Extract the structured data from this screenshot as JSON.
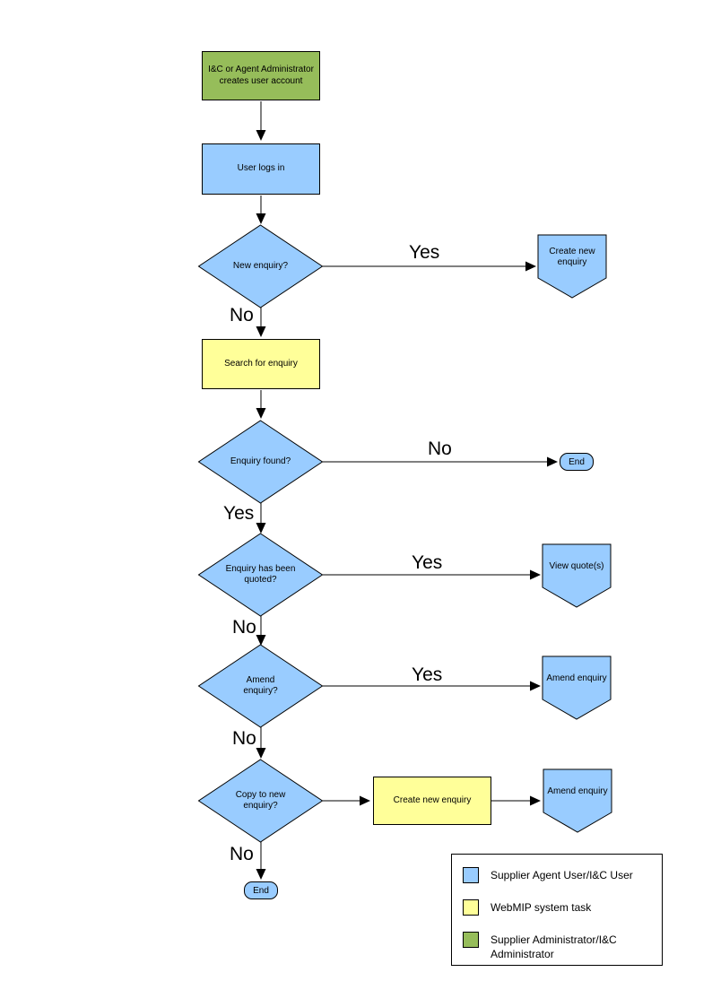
{
  "colors": {
    "user_task": "#99CCFF",
    "system_task": "#FFFF99",
    "admin_task": "#96BD5A",
    "line": "#000000"
  },
  "nodes": {
    "create_account": {
      "label": "I&C or Agent Administrator creates user account"
    },
    "user_logs_in": {
      "label": "User logs in"
    },
    "new_enquiry": {
      "label": "New enquiry?"
    },
    "create_new_enquiry_offpage": {
      "label": "Create new enquiry"
    },
    "search_for_enquiry": {
      "label": "Search for enquiry"
    },
    "enquiry_found": {
      "label": "Enquiry found?"
    },
    "end_right": {
      "label": "End"
    },
    "enquiry_quoted": {
      "label": "Enquiry has been quoted?"
    },
    "view_quotes": {
      "label": "View quote(s)"
    },
    "amend_enquiry_decision": {
      "label": "Amend enquiry?"
    },
    "amend_enquiry_offpage": {
      "label": "Amend enquiry"
    },
    "copy_to_new_enquiry": {
      "label": "Copy to new enquiry?"
    },
    "create_new_enquiry_task": {
      "label": "Create new enquiry"
    },
    "amend_enquiry_offpage_2": {
      "label": "Amend enquiry"
    },
    "end_bottom": {
      "label": "End"
    }
  },
  "edges": {
    "new_enquiry_yes": "Yes",
    "new_enquiry_no": "No",
    "enquiry_found_no": "No",
    "enquiry_found_yes": "Yes",
    "quoted_yes": "Yes",
    "quoted_no": "No",
    "amend_yes": "Yes",
    "amend_no": "No",
    "copy_no": "No"
  },
  "legend": {
    "items": [
      {
        "color": "#99CCFF",
        "label": "Supplier Agent User/I&C User"
      },
      {
        "color": "#FFFF99",
        "label": "WebMIP system task"
      },
      {
        "color": "#96BD5A",
        "label": "Supplier Administrator/I&C Administrator"
      }
    ]
  }
}
